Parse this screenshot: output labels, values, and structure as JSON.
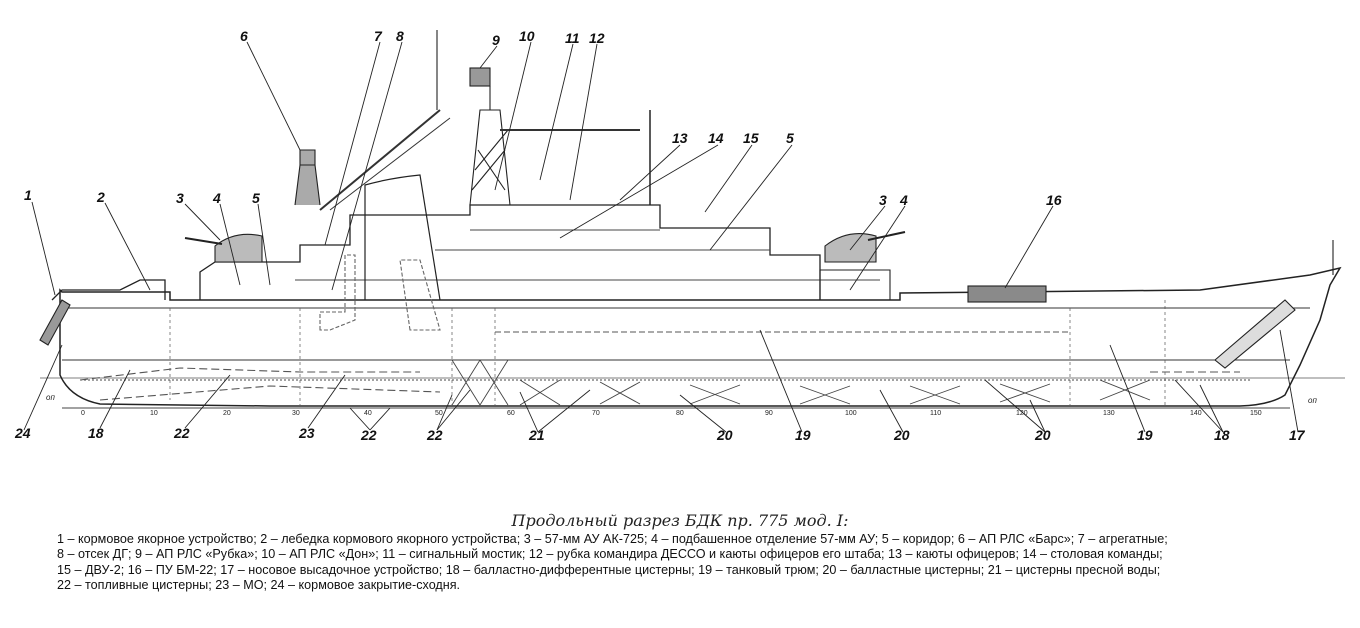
{
  "callouts": [
    "1",
    "2",
    "3",
    "4",
    "5",
    "6",
    "7",
    "8",
    "9",
    "10",
    "11",
    "12",
    "13",
    "14",
    "15",
    "5",
    "16",
    "3",
    "4",
    "24",
    "18",
    "22",
    "23",
    "22",
    "22",
    "21",
    "20",
    "19",
    "20",
    "20",
    "19",
    "18",
    "17"
  ],
  "frames": [
    "0",
    "10",
    "20",
    "30",
    "40",
    "50",
    "60",
    "70",
    "80",
    "90",
    "100",
    "110",
    "120",
    "130",
    "140",
    "150"
  ],
  "op_labels": [
    "оп",
    "оп"
  ],
  "caption": {
    "title": "Продольный разрез БДК пр. 775 мод. I:",
    "lines": [
      "1 – кормовое якорное устройство; 2 – лебедка кормового якорного устройства; 3 – 57-мм АУ АК-725; 4 – подбашенное отделение 57-мм АУ; 5 – коридор; 6 – АП РЛС «Барс»; 7 – агрегатные;",
      "8 – отсек ДГ; 9 – АП РЛС «Рубка»; 10 – АП РЛС «Дон»; 11 – сигнальный мостик; 12 – рубка командира ДЕССО и каюты офицеров его штаба; 13 – каюты офицеров; 14 – столовая команды;",
      "15 – ДВУ-2; 16 – ПУ БМ-22; 17 – носовое высадочное устройство; 18 – балластно-дифферентные цистерны; 19 – танковый трюм; 20 – балластные цистерны; 21 – цистерны пресной воды;",
      "22 – топливные цистерны; 23 – МО; 24 – кормовое закрытие-сходня."
    ]
  }
}
